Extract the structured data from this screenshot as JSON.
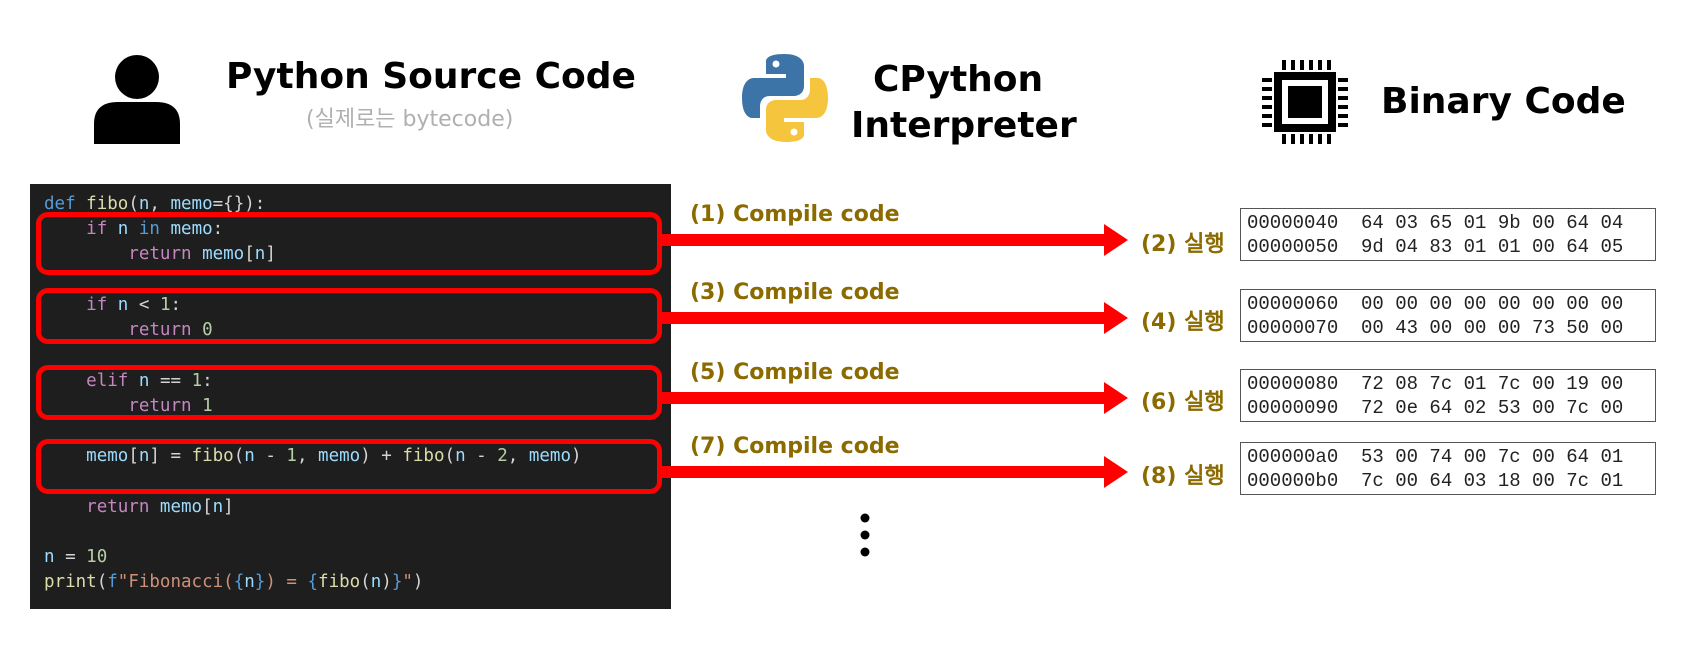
{
  "headers": {
    "source": {
      "title": "Python Source Code",
      "subtitle": "(실제로는 bytecode)"
    },
    "interpreter": {
      "title_line1": "CPython",
      "title_line2": "Interpreter"
    },
    "binary": {
      "title": "Binary Code"
    }
  },
  "code_lines": [
    "def fibo(n, memo={}):",
    "    if n in memo:",
    "        return memo[n]",
    "",
    "    if n < 1:",
    "        return 0",
    "",
    "    elif n == 1:",
    "        return 1",
    "",
    "    memo[n] = fibo(n - 1, memo) + fibo(n - 2, memo)",
    "",
    "    return memo[n]",
    "",
    "n = 10",
    "print(f\"Fibonacci({n}) = {fibo(n)}\")"
  ],
  "steps": [
    {
      "compile": "(1) Compile code",
      "execute": "(2) 실행",
      "hex": [
        "00000040  64 03 65 01 9b 00 64 04",
        "00000050  9d 04 83 01 01 00 64 05"
      ]
    },
    {
      "compile": "(3) Compile code",
      "execute": "(4) 실행",
      "hex": [
        "00000060  00 00 00 00 00 00 00 00",
        "00000070  00 43 00 00 00 73 50 00"
      ]
    },
    {
      "compile": "(5) Compile code",
      "execute": "(6) 실행",
      "hex": [
        "00000080  72 08 7c 01 7c 00 19 00",
        "00000090  72 0e 64 02 53 00 7c 00"
      ]
    },
    {
      "compile": "(7) Compile code",
      "execute": "(8) 실행",
      "hex": [
        "000000a0  53 00 74 00 7c 00 64 01",
        "000000b0  7c 00 64 03 18 00 7c 01"
      ]
    }
  ],
  "icons": {
    "person": "person-icon",
    "python": "python-logo-icon",
    "chip": "cpu-chip-icon",
    "ellipsis": "vertical-ellipsis-icon"
  },
  "colors": {
    "code_bg": "#1e1e1e",
    "highlight": "#ff0000",
    "arrow": "#ff0000",
    "step_label": "#8b6a00"
  }
}
